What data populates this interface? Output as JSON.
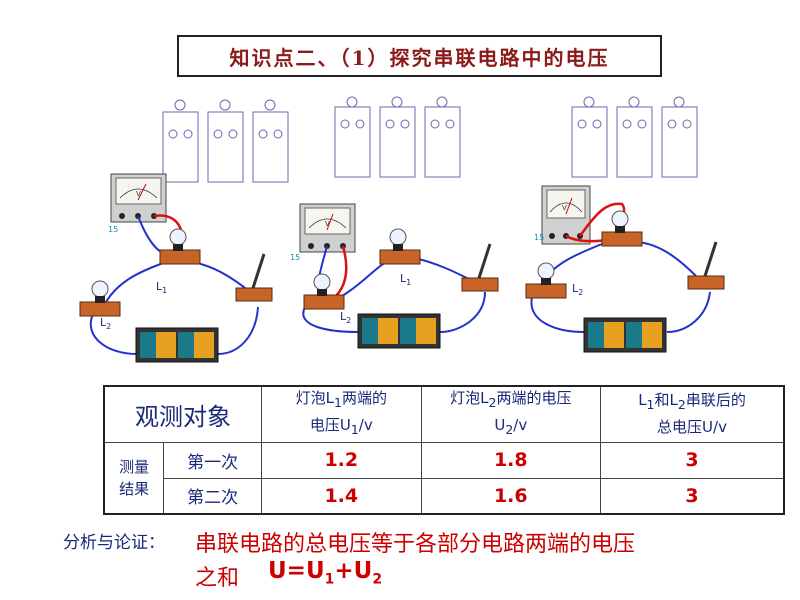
{
  "title": "知识点二、（1）探究串联电路中的电压",
  "circuits": [
    {
      "l1_label": "L",
      "l1_sub": "1",
      "l2_label": "L",
      "l2_sub": "2",
      "meter_tag": "15"
    },
    {
      "l1_label": "L",
      "l1_sub": "1",
      "l2_label": "L",
      "l2_sub": "2",
      "meter_tag": "15"
    },
    {
      "l1_label": "",
      "l1_sub": "",
      "l2_label": "L",
      "l2_sub": "2",
      "meter_tag": "15"
    }
  ],
  "meter_unit": "V",
  "table": {
    "header_object": "观测对象",
    "col1": {
      "pre": "灯泡L",
      "sub": "1",
      "mid": "两端的",
      "line2_pre": "电压U",
      "line2_sub": "1",
      "line2_post": "/v"
    },
    "col2": {
      "pre": "灯泡L",
      "sub": "2",
      "mid": "两端的电压",
      "line2_pre": "U",
      "line2_sub": "2",
      "line2_post": "/v"
    },
    "col3": {
      "pre": "L",
      "sub": "1",
      "mid": "和L",
      "sub2": "2",
      "post": "串联后的",
      "line2": "总电压U/v"
    },
    "group_label_1": "测量",
    "group_label_2": "结果",
    "rows": [
      {
        "label": "第一次",
        "v1": "1.2",
        "v2": "1.8",
        "v3": "3"
      },
      {
        "label": "第二次",
        "v1": "1.4",
        "v2": "1.6",
        "v3": "3"
      }
    ]
  },
  "analysis": {
    "label": "分析与论证：",
    "line1": "串联电路的总电压等于各部分电路两端的电压",
    "line2": "之和",
    "formula": {
      "u": "U=U",
      "s1": "1",
      "plus": "+U",
      "s2": "2"
    }
  },
  "colors": {
    "title": "#8b1a1a",
    "text_blue": "#1a2a7a",
    "value_red": "#cc0000",
    "wire_blue": "#2233cc",
    "wire_red": "#dd1111"
  }
}
